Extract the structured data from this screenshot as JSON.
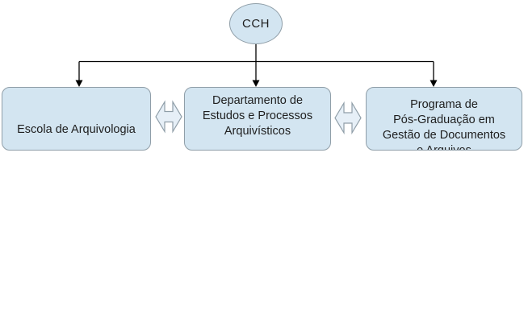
{
  "colors": {
    "background": "#ffffff",
    "shape_fill": "#d3e5f1",
    "shape_border": "#8f9ea8",
    "arrow_fill": "#e6eff7",
    "connector": "#000000",
    "text": "#1e1e1e"
  },
  "root_node": {
    "label": "CCH"
  },
  "nodes": [
    {
      "lines": [
        "Escola de Arquivologia"
      ]
    },
    {
      "lines": [
        "Departamento de",
        "Estudos e Processos",
        "Arquivísticos"
      ]
    },
    {
      "lines": [
        "Programa de",
        "Pós-Graduação em",
        "Gestão de Documentos",
        "e Arquivos"
      ]
    }
  ],
  "edges": [
    {
      "from": "CCH",
      "to": "Escola de Arquivologia",
      "style": "single-arrow-down"
    },
    {
      "from": "CCH",
      "to": "Departamento de Estudos e Processos Arquivísticos",
      "style": "single-arrow-down"
    },
    {
      "from": "CCH",
      "to": "Programa de Pós-Graduação em Gestão de Documentos e Arquivos",
      "style": "single-arrow-down"
    },
    {
      "between": [
        "Escola de Arquivologia",
        "Departamento de Estudos e Processos Arquivísticos"
      ],
      "style": "double-headed-horizontal-arrow"
    },
    {
      "between": [
        "Departamento de Estudos e Processos Arquivísticos",
        "Programa de Pós-Graduação em Gestão de Documentos e Arquivos"
      ],
      "style": "double-headed-horizontal-arrow"
    }
  ]
}
